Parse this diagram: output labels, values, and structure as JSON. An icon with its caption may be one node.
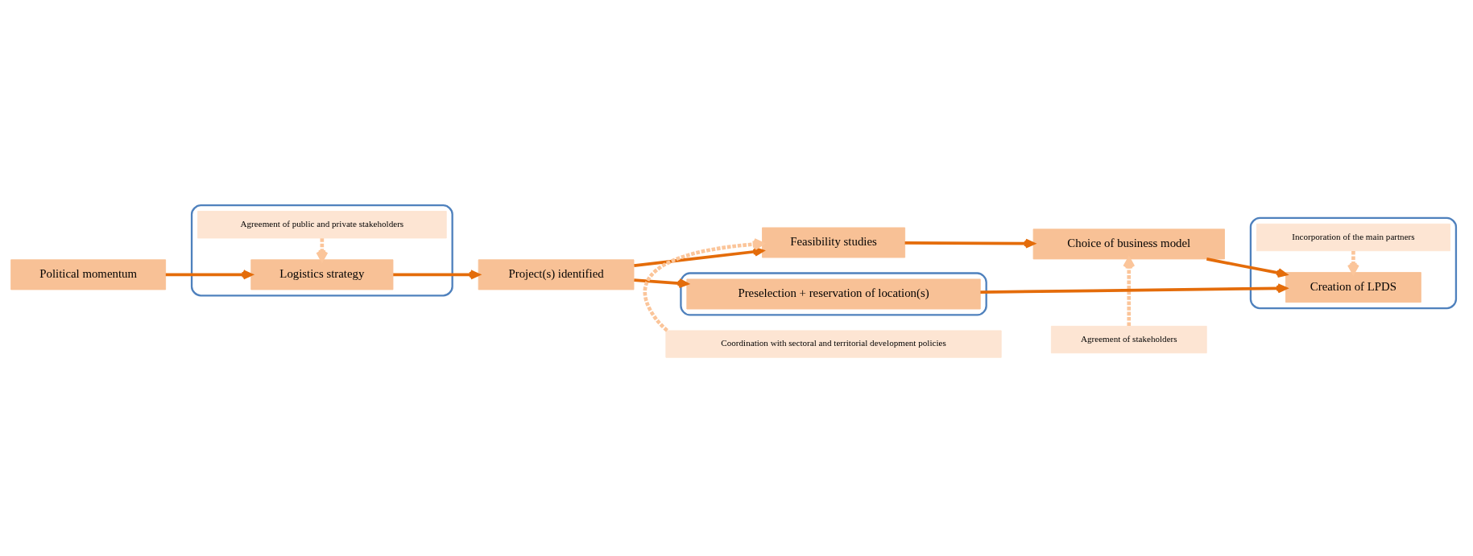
{
  "diagram": {
    "nodes": [
      {
        "text": [
          "Political momentum"
        ]
      },
      {
        "text": [],
        "shape": "ellipse"
      },
      {
        "text": [
          "Agreement of public and private stakeholders"
        ],
        "in": 1
      },
      {
        "text": [
          "Logistics strategy"
        ],
        "in": 1
      },
      {
        "text": [
          "Project(s) identified"
        ]
      },
      {
        "text": [
          "Coordination with sectoral and territorial development policies"
        ]
      },
      {
        "text": [
          "Feasibility studies"
        ]
      },
      {
        "text": [
          "Agreement of stakeholders"
        ]
      },
      {
        "text": [
          "Choice of business model"
        ]
      },
      {
        "text": [],
        "shape": "ellipse"
      },
      {
        "text": [
          "Incorporation of the main partners"
        ],
        "in": 9
      },
      {
        "text": [
          "Creation of LPDS"
        ],
        "in": 9
      },
      {
        "text": [],
        "shape": "ellipse"
      },
      {
        "text": [
          "Preselection + reservation of location(s)"
        ],
        "in": 12
      }
    ],
    "edges": [
      {
        "from": 0,
        "to": 3,
        "arrow": "to"
      },
      {
        "from": 3,
        "to": 4,
        "arrow": "to"
      },
      {
        "from": 4,
        "to": 6,
        "arrow": "to"
      },
      {
        "from": 6,
        "to": 8,
        "arrow": "to"
      },
      {
        "from": 8,
        "to": 11,
        "arrow": "to"
      },
      {
        "from": 4,
        "to": 13,
        "arrow": "to"
      },
      {
        "from": 13,
        "to": 11,
        "arrow": "to"
      },
      {
        "from": 2,
        "to": 3,
        "arrow": "to",
        "style": "dashed",
        "color": "#fbc59a"
      },
      {
        "from": 5,
        "to": 6,
        "arrow": "to",
        "style": "dashed",
        "color": "#fbc59a"
      },
      {
        "from": 7,
        "to": 8,
        "arrow": "to",
        "style": "dashed",
        "color": "#fbc59a"
      },
      {
        "from": 10,
        "to": 11,
        "arrow": "to",
        "style": "dashed",
        "color": "#fbc59a"
      }
    ]
  }
}
